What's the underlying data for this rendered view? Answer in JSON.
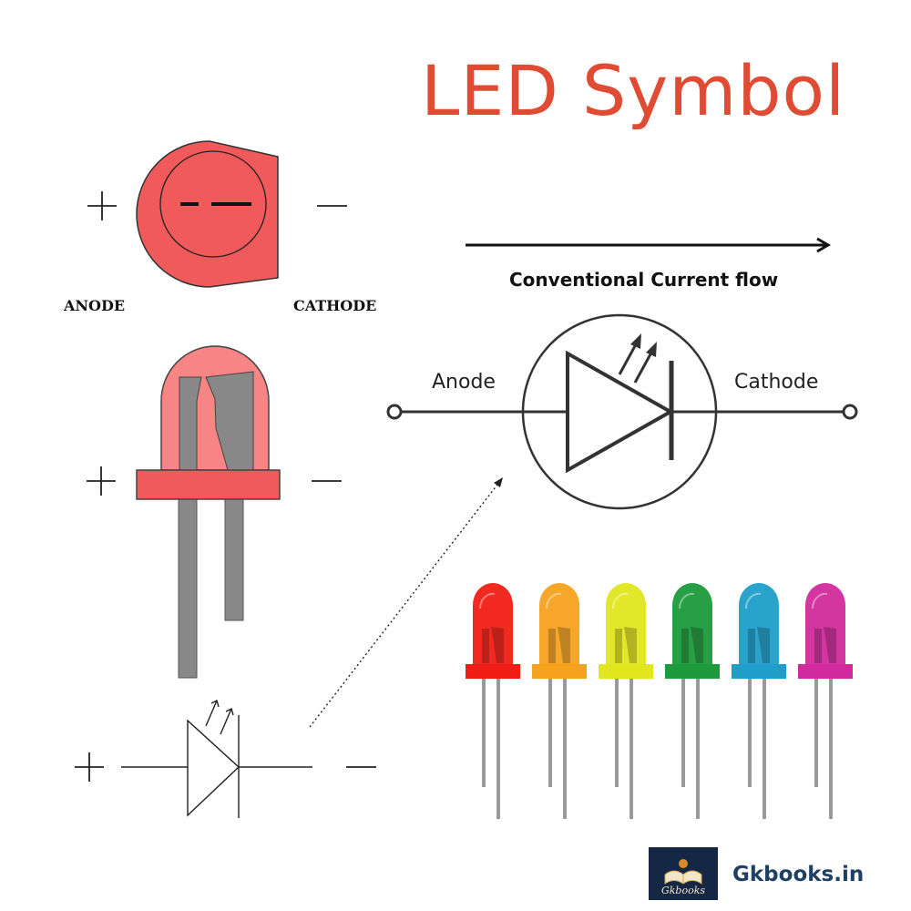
{
  "title": "LED Symbol",
  "labels": {
    "anode_top": "ANODE",
    "cathode_top": "CATHODE",
    "current_flow": "Conventional Current flow",
    "anode": "Anode",
    "cathode": "Cathode"
  },
  "brand": {
    "name": "Gkbooks.in",
    "logo_text": "Gkbooks"
  },
  "colors": {
    "title": "#e04b34",
    "led_body": "#f05a5a",
    "led_dome": "#f78585",
    "lead": "#888888",
    "brand_navy": "#142744"
  },
  "led_row": [
    {
      "color": "#f01d14"
    },
    {
      "color": "#f5a21f"
    },
    {
      "color": "#e2e61f"
    },
    {
      "color": "#1d9a3b"
    },
    {
      "color": "#1e9ec9"
    },
    {
      "color": "#d12a9c"
    }
  ]
}
